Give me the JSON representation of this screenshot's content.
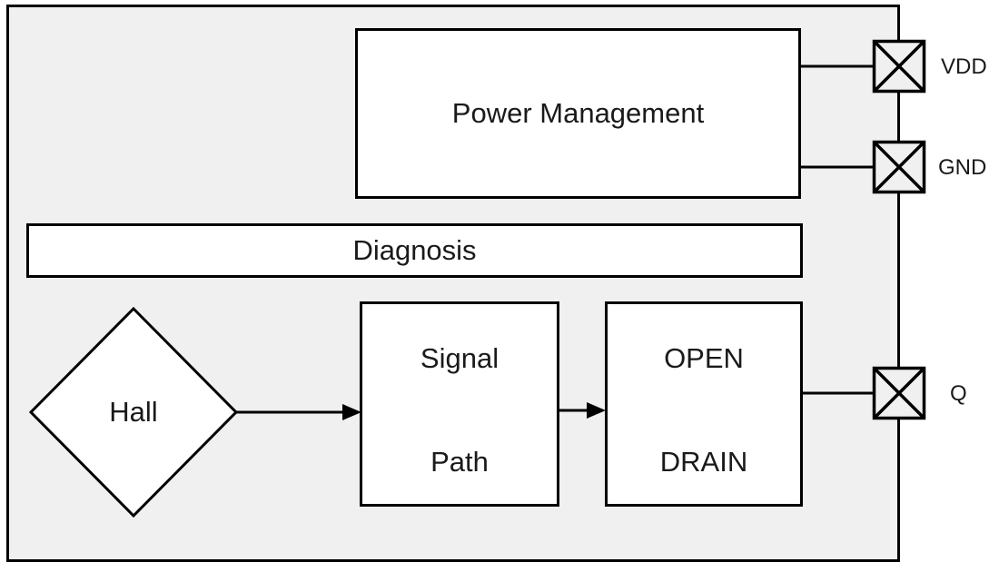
{
  "diagram": {
    "kind": "ic-functional-block-diagram"
  },
  "colors": {
    "canvas_bg": "#ffffff",
    "chip_fill": "#f0f0f0",
    "block_fill": "#ffffff",
    "stroke": "#000000",
    "text": "#1a1a1a"
  },
  "blocks": {
    "power_management": {
      "label": "Power Management"
    },
    "diagnosis": {
      "label": "Diagnosis"
    },
    "hall": {
      "label": "Hall"
    },
    "signal_path": {
      "line1": "Signal",
      "line2": "Path"
    },
    "open_drain": {
      "line1": "OPEN",
      "line2": "DRAIN"
    }
  },
  "pins": {
    "vdd": {
      "label": "VDD"
    },
    "gnd": {
      "label": "GND"
    },
    "q": {
      "label": "Q"
    }
  },
  "connections": [
    {
      "from": "power_management",
      "to": "pin_vdd",
      "type": "wire"
    },
    {
      "from": "power_management",
      "to": "pin_gnd",
      "type": "wire"
    },
    {
      "from": "hall",
      "to": "signal_path",
      "type": "arrow"
    },
    {
      "from": "signal_path",
      "to": "open_drain",
      "type": "arrow"
    },
    {
      "from": "open_drain",
      "to": "pin_q",
      "type": "wire"
    }
  ]
}
